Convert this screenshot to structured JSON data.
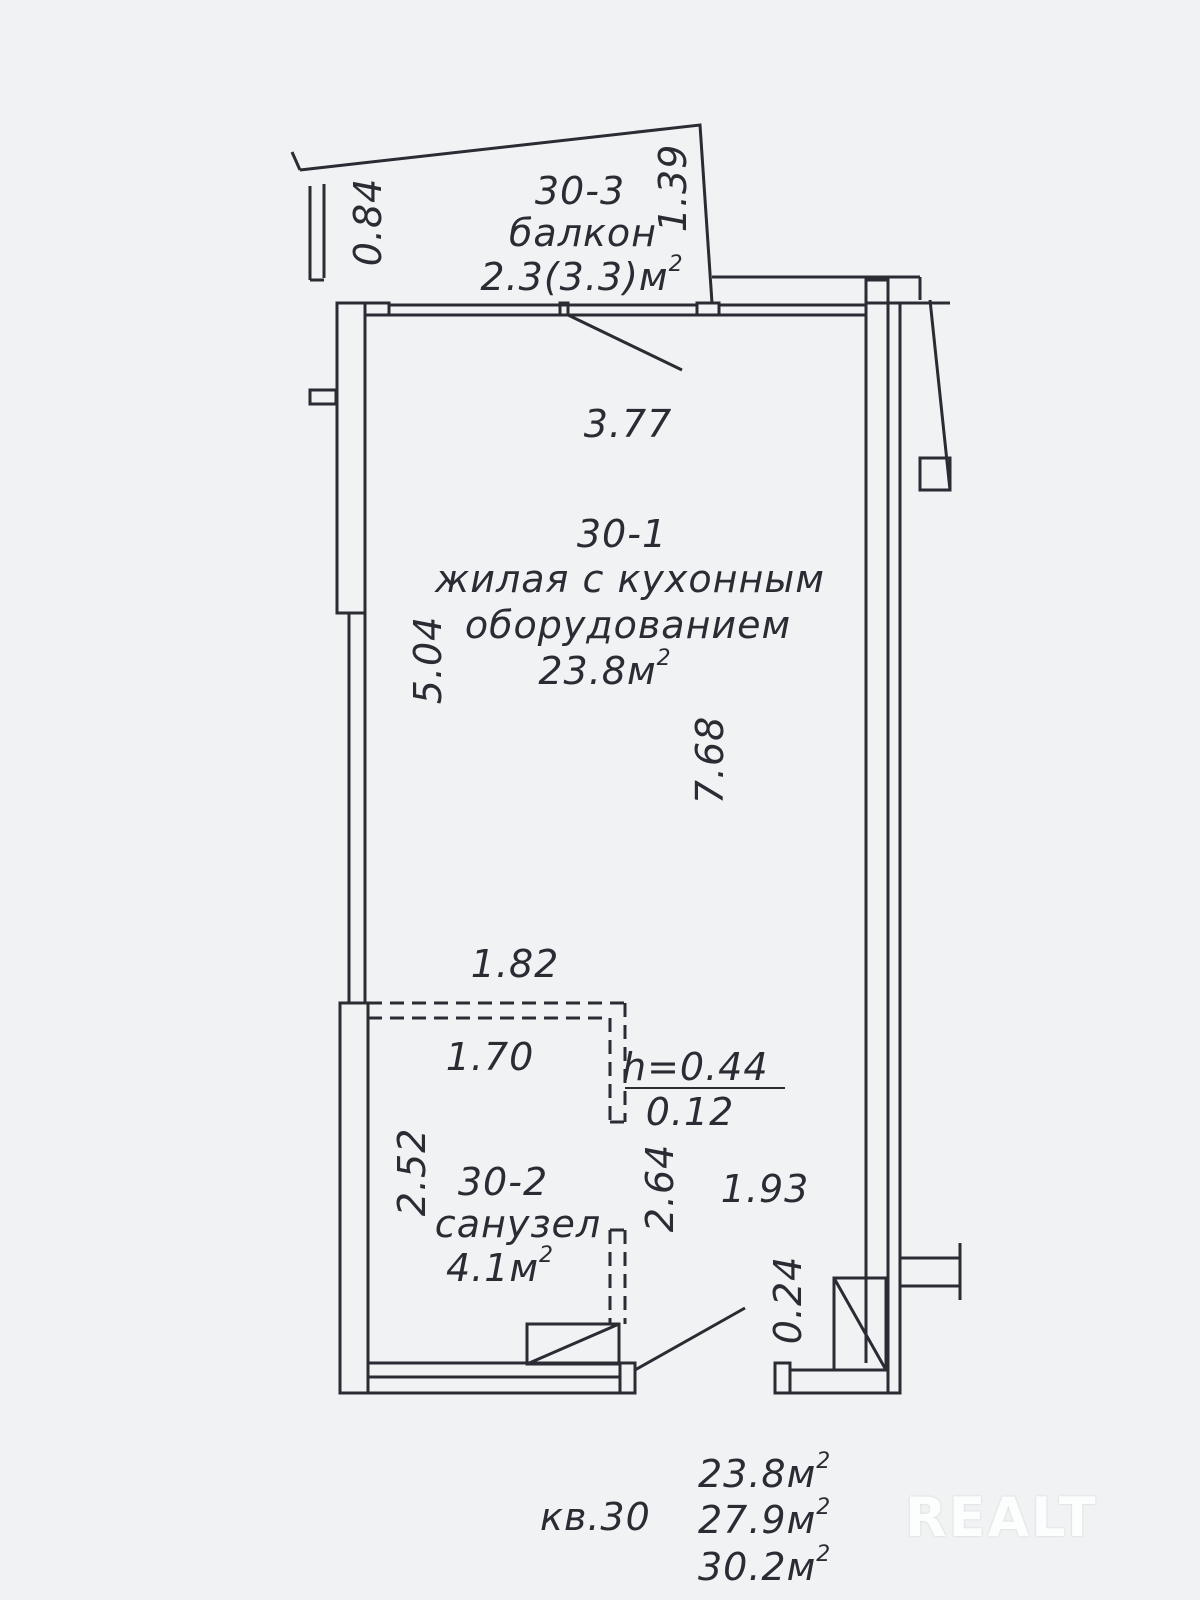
{
  "balcony": {
    "id": "30-3",
    "name": "балкон",
    "area": "2.3(3.3)м",
    "area_sup": "2"
  },
  "living": {
    "id": "30-1",
    "name_line1": "жилая с кухонным",
    "name_line2": "оборудованием",
    "area": "23.8м",
    "area_sup": "2"
  },
  "bathroom": {
    "id": "30-2",
    "name": "санузел",
    "area": "4.1м",
    "area_sup": "2"
  },
  "dimensions": {
    "balcony_left": "0.84",
    "balcony_right": "1.39",
    "living_width": "3.77",
    "left_wall": "5.04",
    "living_length": "7.68",
    "bath_top_outer": "1.82",
    "bath_top_inner": "1.70",
    "step_height": "h=0.44",
    "step_depth": "0.12",
    "bath_left": "2.52",
    "bath_right": "2.64",
    "corridor_width": "1.93",
    "duct": "0.24"
  },
  "summary": {
    "apartment": "кв.30",
    "area_living": "23.8м",
    "area_total": "27.9м",
    "area_with_balcony": "30.2м",
    "sup": "2"
  },
  "watermark": "REALT",
  "colors": {
    "paper": "#f1f2f4",
    "ink": "#2a2b33"
  }
}
